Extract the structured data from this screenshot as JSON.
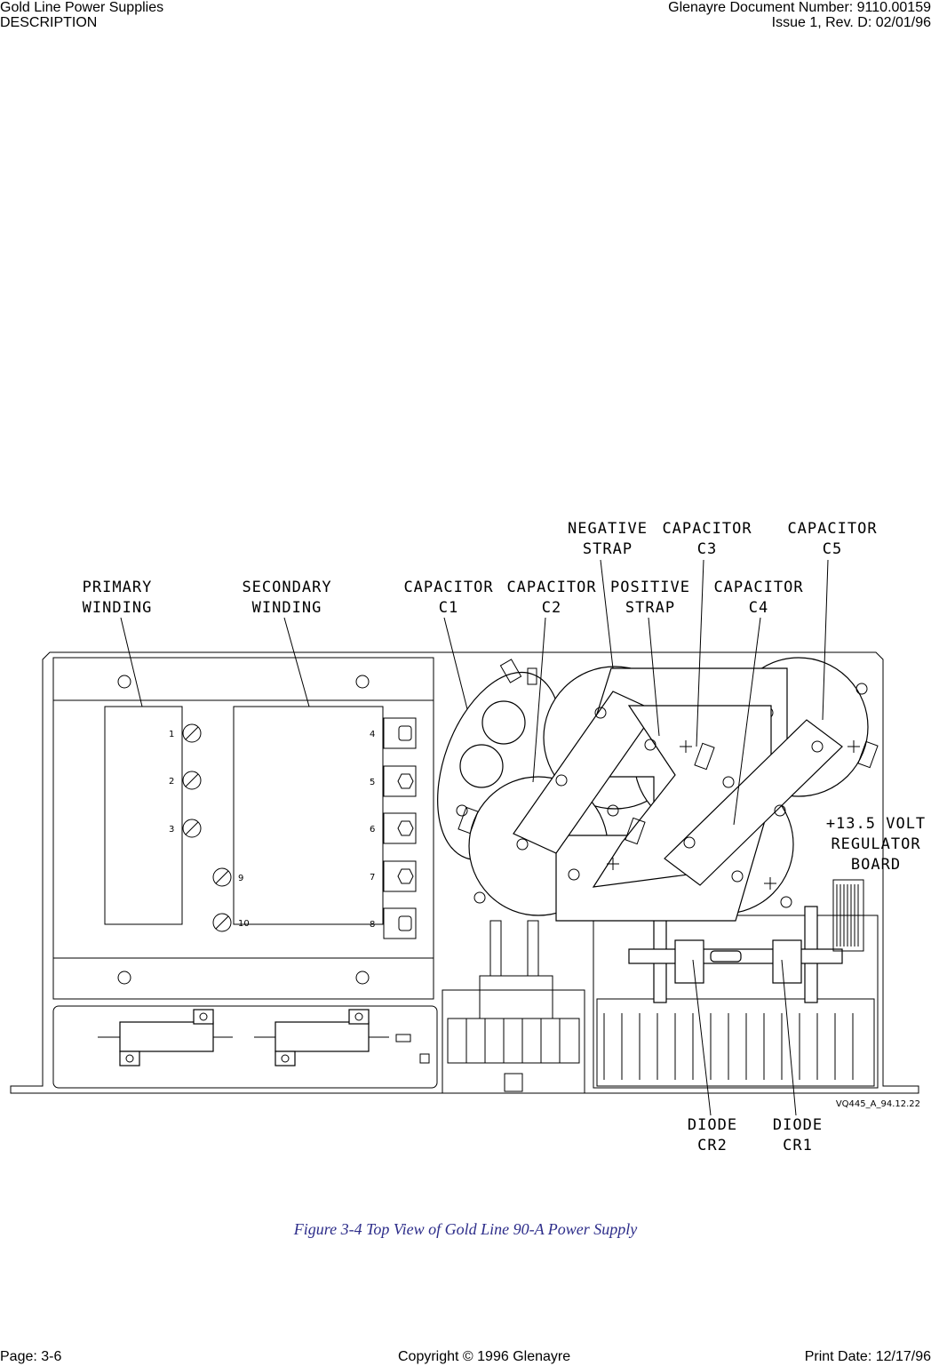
{
  "header": {
    "left_line1": "Gold Line Power Supplies",
    "left_line2": "DESCRIPTION",
    "right_line1": "Glenayre Document Number: 9110.00159",
    "right_line2": "Issue 1, Rev. D: 02/01/96"
  },
  "figure": {
    "callouts": {
      "primary_winding": [
        "PRIMARY",
        "WINDING"
      ],
      "secondary_winding": [
        "SECONDARY",
        "WINDING"
      ],
      "capacitor_c1": [
        "CAPACITOR",
        "C1"
      ],
      "capacitor_c2": [
        "CAPACITOR",
        "C2"
      ],
      "negative_strap": [
        "NEGATIVE",
        "STRAP"
      ],
      "capacitor_c3": [
        "CAPACITOR",
        "C3"
      ],
      "positive_strap": [
        "POSITIVE",
        "STRAP"
      ],
      "capacitor_c4": [
        "CAPACITOR",
        "C4"
      ],
      "capacitor_c5": [
        "CAPACITOR",
        "C5"
      ],
      "regulator_board": [
        "+13.5 VOLT",
        "REGULATOR",
        "BOARD"
      ],
      "diode_cr2": [
        "DIODE",
        "CR2"
      ],
      "diode_cr1": [
        "DIODE",
        "CR1"
      ]
    },
    "primary_terminals": [
      "1",
      "2",
      "3"
    ],
    "secondary_terminals_left": [
      "9",
      "10"
    ],
    "secondary_terminals_right": [
      "4",
      "5",
      "6",
      "7",
      "8"
    ],
    "drawing_id": "VQ445_A_94.12.22",
    "caption": "Figure 3-4  Top View of Gold Line 90-A Power Supply"
  },
  "footer": {
    "page": "Page: 3-6",
    "copyright": "Copyright © 1996 Glenayre",
    "print_date": "Print Date: 12/17/96"
  }
}
